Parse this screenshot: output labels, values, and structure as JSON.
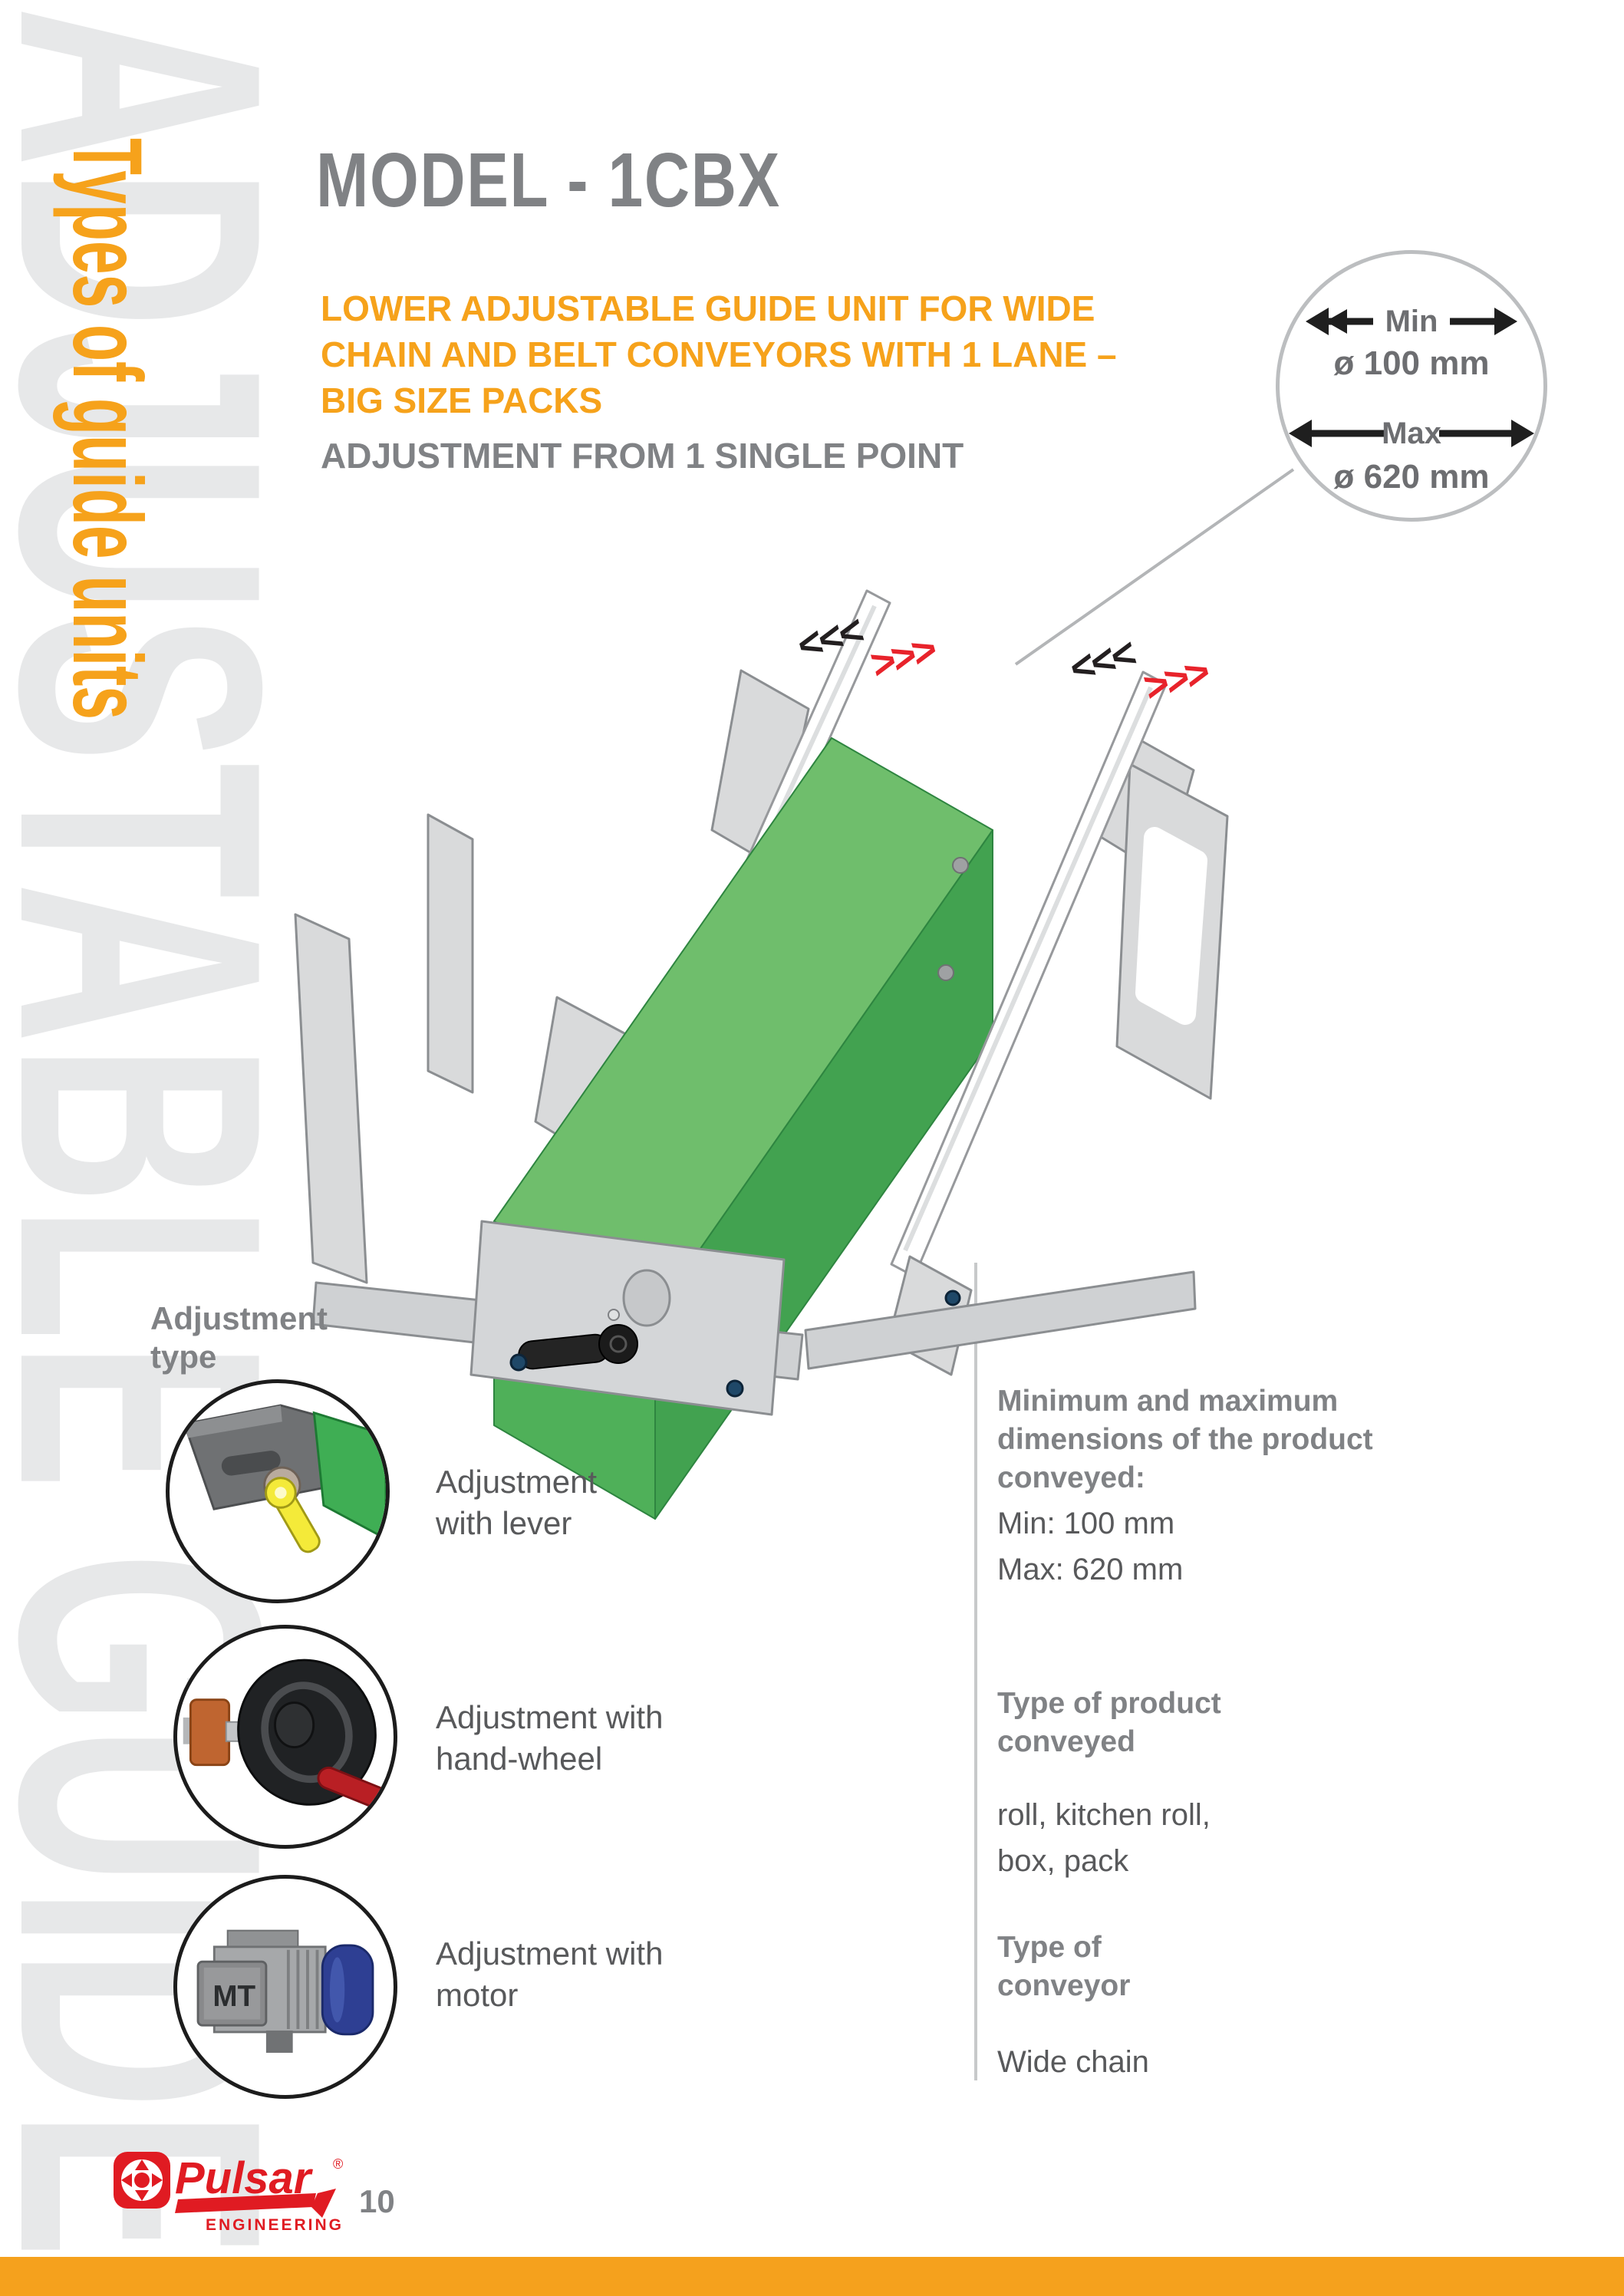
{
  "sidebar": {
    "background_word": "ADJUSTABLE GUIDES",
    "rotated_label": "Types of guide units"
  },
  "header": {
    "model_title": "MODEL - 1CBX",
    "subtitle_lines": [
      "LOWER ADJUSTABLE GUIDE UNIT FOR WIDE",
      "CHAIN AND BELT CONVEYORS WITH 1 LANE –",
      "BIG SIZE PACKS"
    ],
    "adjustment_note": "ADJUSTMENT FROM 1 SINGLE POINT"
  },
  "dimension_badge": {
    "min_label": "Min",
    "min_value": "ø 100 mm",
    "max_label": "Max",
    "max_value": "ø 620 mm"
  },
  "adjustment_type": {
    "label": "Adjustment type",
    "items": [
      {
        "label": "Adjustment with lever"
      },
      {
        "label": "Adjustment with hand-wheel"
      },
      {
        "label": "Adjustment with motor"
      }
    ]
  },
  "specs": [
    {
      "heading": "Minimum and maximum dimensions of the product conveyed:",
      "lines": [
        "Min: 100 mm",
        "Max: 620 mm"
      ]
    },
    {
      "heading": "Type of product conveyed",
      "lines": [
        "roll,  kitchen roll,",
        "box, pack"
      ]
    },
    {
      "heading": "Type of conveyor",
      "lines": [
        "Wide chain"
      ]
    }
  ],
  "diagram": {
    "chevron_left": "<<<",
    "chevron_right": ">>>",
    "motor_label": "MT"
  },
  "footer": {
    "brand": "Pulsar",
    "brand_registered": "®",
    "brand_sub": "ENGINEERING",
    "page_number": "10"
  },
  "colors": {
    "accent_orange": "#F6A21B",
    "bottom_bar_orange": "#F5A11D",
    "heading_gray": "#808285",
    "text_gray": "#58595b",
    "background_letters": "#e7e8e9",
    "line_gray": "#bcbec0",
    "green_top": "#6fbe6c",
    "green_front": "#4fb059",
    "green_side": "#42a250",
    "chevron_black": "#231f20",
    "chevron_red": "#e8232b",
    "brand_red": "#e01b22"
  }
}
